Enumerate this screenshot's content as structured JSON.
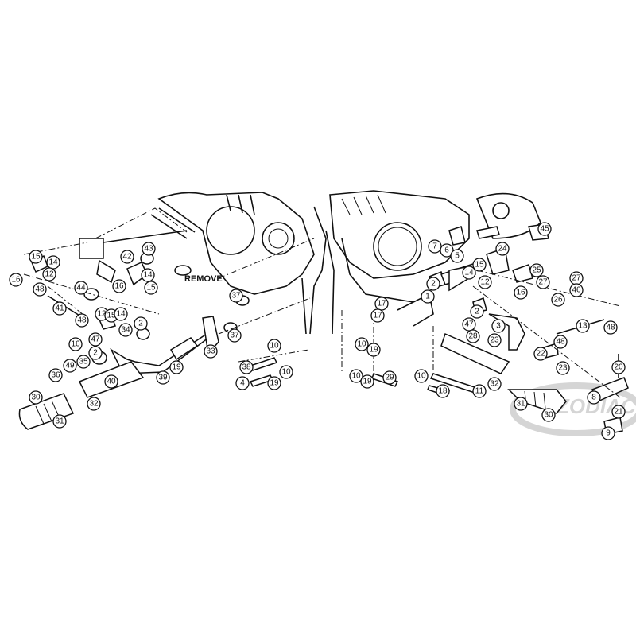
{
  "diagram": {
    "annotation_remove": "REMOVE",
    "watermark_text": "ZODIAC",
    "callouts": [
      "15",
      "14",
      "12",
      "16",
      "48",
      "41",
      "43",
      "42",
      "44",
      "16",
      "14",
      "15",
      "48",
      "12",
      "15",
      "14",
      "34",
      "2",
      "16",
      "47",
      "2",
      "49",
      "35",
      "36",
      "30",
      "31",
      "32",
      "40",
      "39",
      "19",
      "33",
      "37",
      "37",
      "10",
      "38",
      "10",
      "4",
      "19",
      "45",
      "7",
      "6",
      "5",
      "24",
      "15",
      "14",
      "12",
      "16",
      "25",
      "27",
      "27",
      "46",
      "26",
      "2",
      "1",
      "17",
      "17",
      "2",
      "47",
      "3",
      "13",
      "48",
      "23",
      "28",
      "48",
      "22",
      "23",
      "20",
      "10",
      "19",
      "10",
      "19",
      "29",
      "10",
      "18",
      "11",
      "32",
      "31",
      "30",
      "8",
      "21",
      "9"
    ]
  }
}
